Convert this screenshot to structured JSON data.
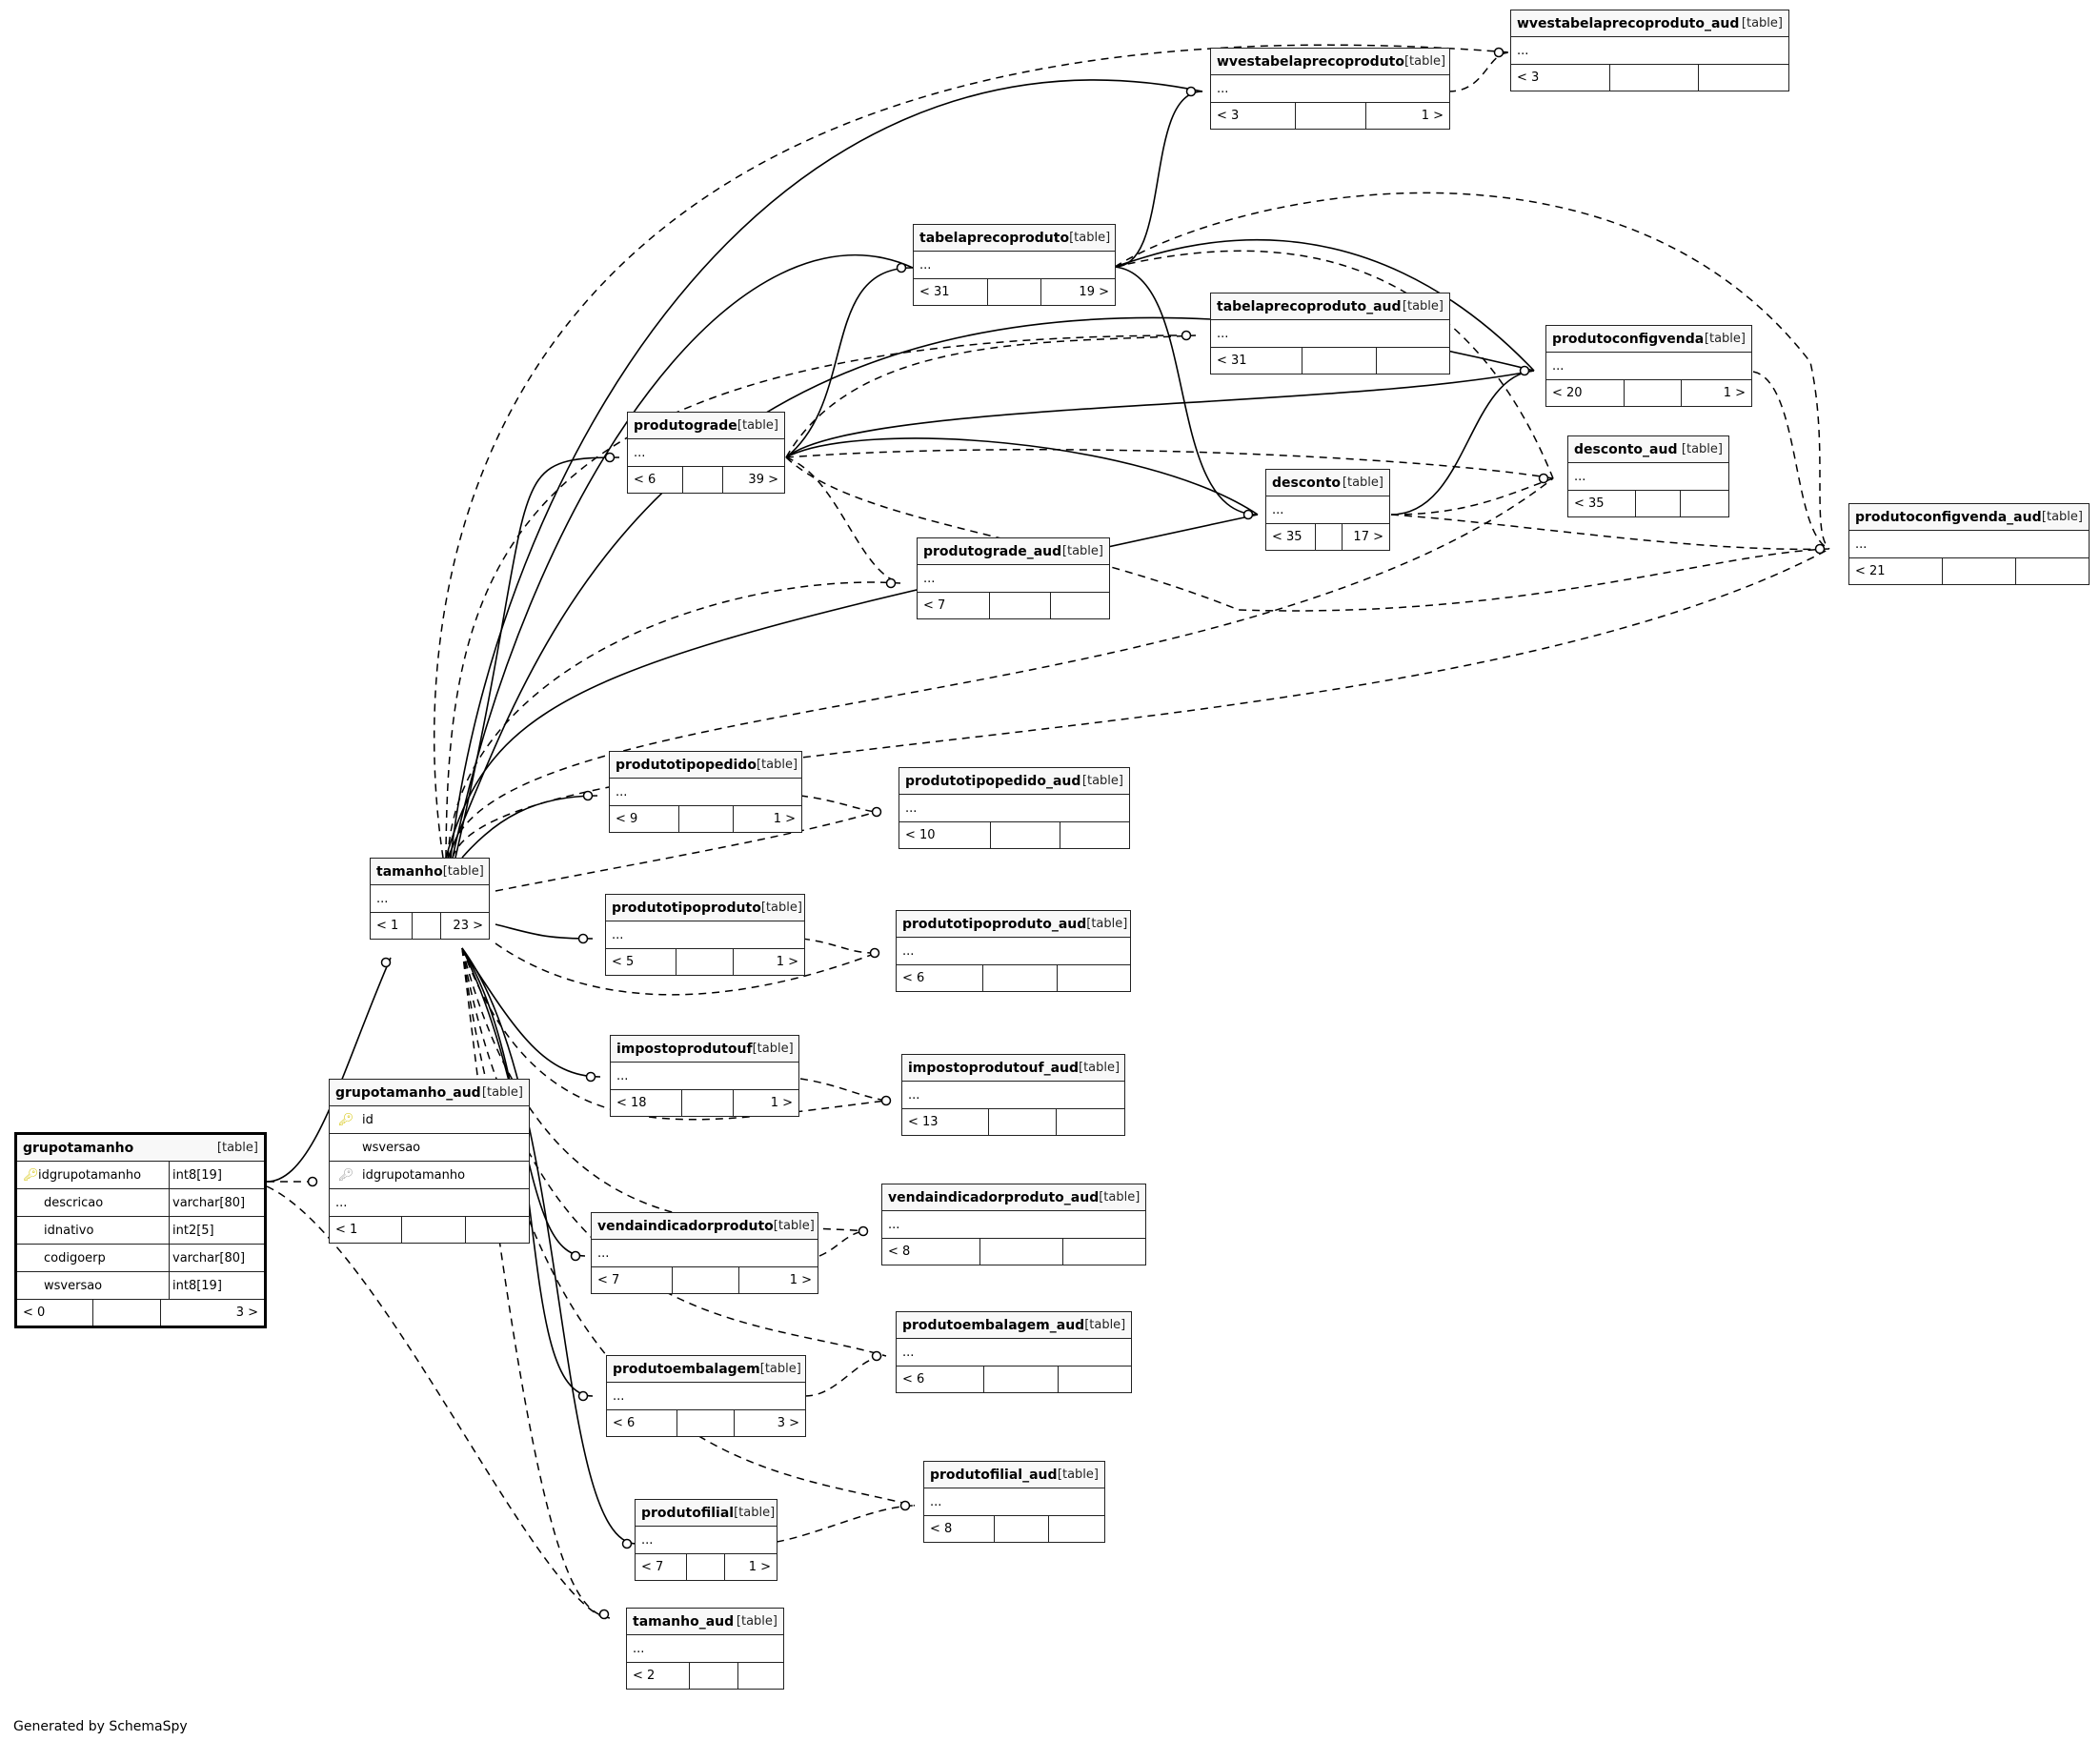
{
  "tag_label": "[table]",
  "generated_by": "Generated by SchemaSpy",
  "tables": {
    "wvestabelaprecoproduto_aud": {
      "name": "wvestabelaprecoproduto_aud",
      "rows": "...",
      "parents": "< 3",
      "children": ""
    },
    "wvestabelaprecoproduto": {
      "name": "wvestabelaprecoproduto",
      "rows": "...",
      "parents": "< 3",
      "children": "1 >"
    },
    "tabelaprecoproduto": {
      "name": "tabelaprecoproduto",
      "rows": "...",
      "parents": "< 31",
      "children": "19 >"
    },
    "tabelaprecoproduto_aud": {
      "name": "tabelaprecoproduto_aud",
      "rows": "...",
      "parents": "< 31",
      "children": ""
    },
    "produtoconfigvenda": {
      "name": "produtoconfigvenda",
      "rows": "...",
      "parents": "< 20",
      "children": "1 >"
    },
    "produtograde": {
      "name": "produtograde",
      "rows": "...",
      "parents": "< 6",
      "children": "39 >"
    },
    "desconto_aud": {
      "name": "desconto_aud",
      "rows": "...",
      "parents": "< 35",
      "children": ""
    },
    "desconto": {
      "name": "desconto",
      "rows": "...",
      "parents": "< 35",
      "children": "17 >"
    },
    "produtoconfigvenda_aud": {
      "name": "produtoconfigvenda_aud",
      "rows": "...",
      "parents": "< 21",
      "children": ""
    },
    "produtograde_aud": {
      "name": "produtograde_aud",
      "rows": "...",
      "parents": "< 7",
      "children": ""
    },
    "produtotipopedido": {
      "name": "produtotipopedido",
      "rows": "...",
      "parents": "< 9",
      "children": "1 >"
    },
    "produtotipopedido_aud": {
      "name": "produtotipopedido_aud",
      "rows": "...",
      "parents": "< 10",
      "children": ""
    },
    "tamanho": {
      "name": "tamanho",
      "rows": "...",
      "parents": "< 1",
      "children": "23 >"
    },
    "produtotipoproduto": {
      "name": "produtotipoproduto",
      "rows": "...",
      "parents": "< 5",
      "children": "1 >"
    },
    "produtotipoproduto_aud": {
      "name": "produtotipoproduto_aud",
      "rows": "...",
      "parents": "< 6",
      "children": ""
    },
    "impostoprodutouf": {
      "name": "impostoprodutouf",
      "rows": "...",
      "parents": "< 18",
      "children": "1 >"
    },
    "impostoprodutouf_aud": {
      "name": "impostoprodutouf_aud",
      "rows": "...",
      "parents": "< 13",
      "children": ""
    },
    "vendaindicadorproduto_aud": {
      "name": "vendaindicadorproduto_aud",
      "rows": "...",
      "parents": "< 8",
      "children": ""
    },
    "vendaindicadorproduto": {
      "name": "vendaindicadorproduto",
      "rows": "...",
      "parents": "< 7",
      "children": "1 >"
    },
    "produtoembalagem_aud": {
      "name": "produtoembalagem_aud",
      "rows": "...",
      "parents": "< 6",
      "children": ""
    },
    "produtoembalagem": {
      "name": "produtoembalagem",
      "rows": "...",
      "parents": "< 6",
      "children": "3 >"
    },
    "produtofilial_aud": {
      "name": "produtofilial_aud",
      "rows": "...",
      "parents": "< 8",
      "children": ""
    },
    "produtofilial": {
      "name": "produtofilial",
      "rows": "...",
      "parents": "< 7",
      "children": "1 >"
    },
    "tamanho_aud": {
      "name": "tamanho_aud",
      "rows": "...",
      "parents": "< 2",
      "children": ""
    },
    "grupotamanho_aud": {
      "name": "grupotamanho_aud",
      "cols": [
        "id",
        "wsversao",
        "idgrupotamanho"
      ],
      "rows": "...",
      "parents": "< 1",
      "children": ""
    },
    "grupotamanho": {
      "name": "grupotamanho",
      "cols": [
        {
          "name": "idgrupotamanho",
          "type": "int8[19]"
        },
        {
          "name": "descricao",
          "type": "varchar[80]"
        },
        {
          "name": "idnativo",
          "type": "int2[5]"
        },
        {
          "name": "codigoerp",
          "type": "varchar[80]"
        },
        {
          "name": "wsversao",
          "type": "int8[19]"
        }
      ],
      "parents": "< 0",
      "children": "3 >"
    }
  },
  "icons": {
    "primary_key": "key-icon",
    "foreign_key": "key-icon"
  }
}
